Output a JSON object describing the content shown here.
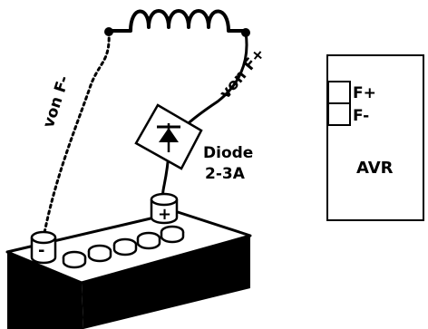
{
  "labels": {
    "von_f_minus": "von F-",
    "von_f_plus": "von F+",
    "diode_line1": "Diode",
    "diode_line2": "2-3A",
    "battery_minus": "-",
    "battery_plus": "+"
  },
  "avr": {
    "f_plus": "F+",
    "f_minus": "F-",
    "title": "AVR"
  }
}
